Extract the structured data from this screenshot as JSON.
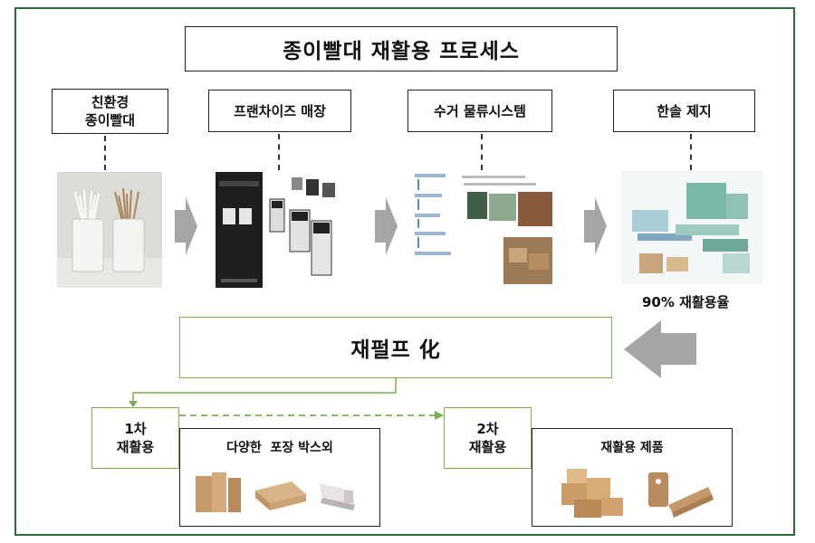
{
  "title": "종이빨대 재활용 프로세스",
  "steps": [
    {
      "label": "친환경\n종이빨대"
    },
    {
      "label": "프랜차이즈 매장"
    },
    {
      "label": "수거 물류시스템"
    },
    {
      "label": "한솔 제지"
    }
  ],
  "recycle_rate": "90% 재활용율",
  "pulp_label": "재펄프 化",
  "first": {
    "label": "1차\n재활용",
    "product": "다양한  포장 박스외"
  },
  "second": {
    "label": "2차\n재활용",
    "product": "재활용 제품"
  },
  "colors": {
    "frame": "#2e6b3a",
    "green": "#7bb04a",
    "arrow": "#a6a6a6"
  }
}
